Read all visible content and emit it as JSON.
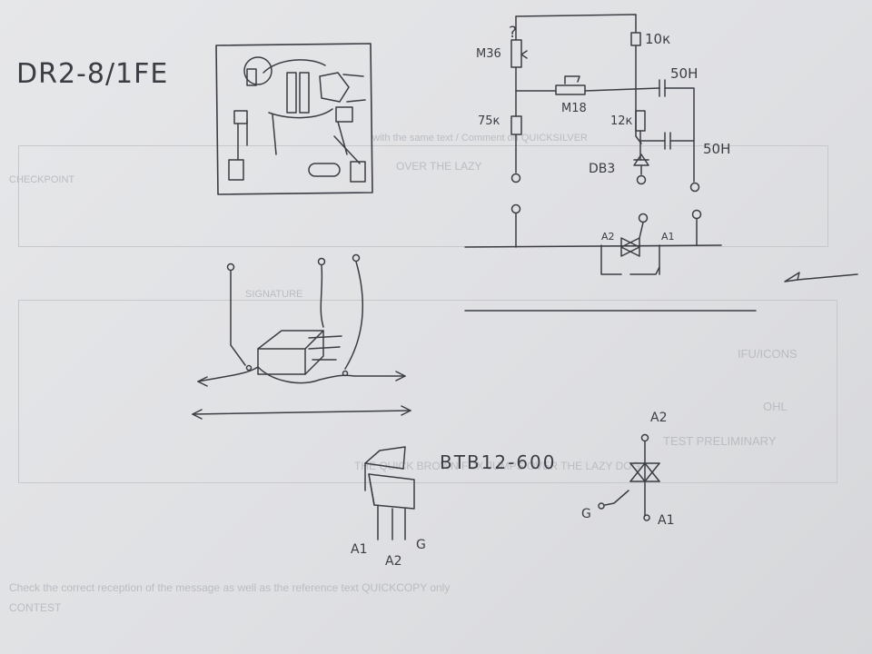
{
  "labels": {
    "title": "DR2-8/1FE",
    "question": "?",
    "r_m36": "M36",
    "r_10k": "10к",
    "c_50h_1": "50H",
    "r_m18": "M18",
    "r_75k": "75к",
    "r_12k": "12к",
    "c_50h_2": "50H",
    "d_db3": "DB3",
    "t_a2": "A2",
    "t_a1": "A1",
    "part_number": "BTB12-600",
    "pin_a1": "A1",
    "pin_a2": "A2",
    "pin_g": "G",
    "sym_a2": "A2",
    "sym_g": "G",
    "sym_a1": "A1"
  },
  "background_text": [
    "with the same text / Comment on QUICKSILVER",
    "OVER THE LAZY",
    "CHECKPOINT",
    "SIGNATURE",
    "IFU/ICONS",
    "OHL",
    "TEST PRELIMINARY",
    "THE QUICK BROWN FOX JUMPS OVER THE LAZY DOG",
    "Check the correct reception of the message as well as the reference text QUICKCOPY only",
    "CONTEST"
  ],
  "colors": {
    "ink": "#3a3d44",
    "paper": "#e2e3e6",
    "ghost": "#b9bcc2"
  }
}
